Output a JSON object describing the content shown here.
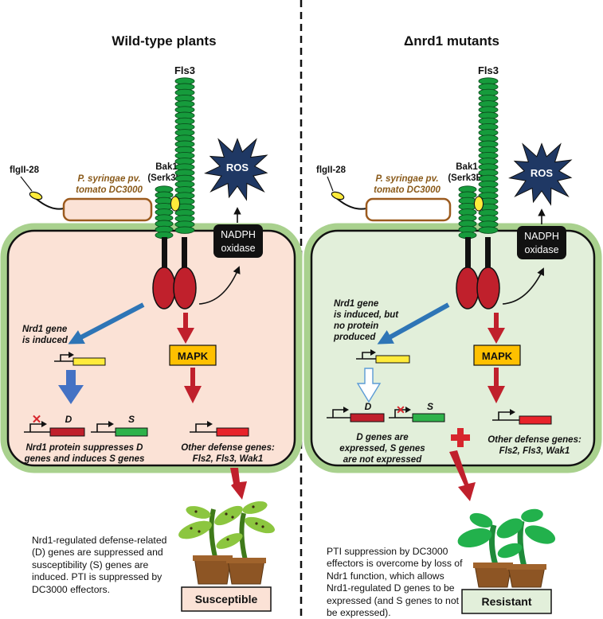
{
  "left": {
    "title": "Wild-type plants",
    "receptor": "Fls3",
    "coreceptor": [
      "Bak1",
      "(Serk3B)"
    ],
    "ligand": "flgII-28",
    "pathogen": [
      "P. syringae pv.",
      "tomato DC3000"
    ],
    "ros": "ROS",
    "nadph": [
      "NADPH",
      "oxidase"
    ],
    "mapk": "MAPK",
    "nrd1_text": [
      "Nrd1 gene",
      "is induced"
    ],
    "gene_d": "D",
    "gene_s": "S",
    "suppress_text": [
      "Nrd1 protein suppresses D",
      "genes and induces S genes"
    ],
    "defense_text": [
      "Other defense genes:",
      "Fls2, Fls3, Wak1"
    ],
    "note": "Nrd1-regulated defense-related (D) genes are suppressed and susceptibility (S) genes are induced. PTI is suppressed by DC3000 effectors.",
    "outcome": "Susceptible"
  },
  "right": {
    "title": "Δnrd1 mutants",
    "receptor": "Fls3",
    "coreceptor": [
      "Bak1",
      "(Serk3B)"
    ],
    "ligand": "flgII-28",
    "pathogen": [
      "P. syringae pv.",
      "tomato DC3000"
    ],
    "ros": "ROS",
    "nadph": [
      "NADPH",
      "oxidase"
    ],
    "mapk": "MAPK",
    "nrd1_text": [
      "Nrd1 gene",
      "is induced, but",
      "no protein",
      "produced"
    ],
    "gene_d": "D",
    "gene_s": "S",
    "express_text": [
      "D genes are",
      "expressed, S genes",
      "are not expressed"
    ],
    "defense_text": [
      "Other defense genes:",
      "Fls2, Fls3, Wak1"
    ],
    "note": "PTI suppression by DC3000 effectors is overcome by loss of Ndr1 function, which allows Nrd1-regulated D genes to be expressed (and S genes to not be expressed).",
    "outcome": "Resistant"
  },
  "colors": {
    "left_cell": "#fbe2d6",
    "right_cell": "#e2efda",
    "membrane": "#a9d18e",
    "receptor_green": "#169b3c",
    "kinase_red": "#c0202c",
    "ros_fill": "#1f3864",
    "mapk_fill": "#ffc000",
    "arrow_blue": "#2e75b6",
    "arrow_red": "#c0202c",
    "gene_yellow": "#ffeb3b",
    "gene_red": "#c0202c",
    "gene_green": "#2eb24a"
  }
}
